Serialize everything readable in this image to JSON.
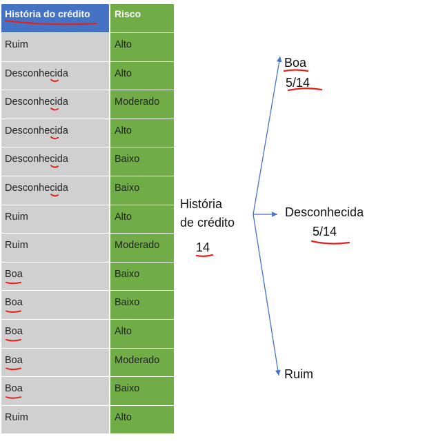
{
  "table": {
    "headers": [
      "História do crédito",
      "Risco"
    ],
    "rows": [
      [
        "Ruim",
        "Alto"
      ],
      [
        "Desconhecida",
        "Alto"
      ],
      [
        "Desconhecida",
        "Moderado"
      ],
      [
        "Desconhecida",
        "Alto"
      ],
      [
        "Desconhecida",
        "Baixo"
      ],
      [
        "Desconhecida",
        "Baixo"
      ],
      [
        "Ruim",
        "Alto"
      ],
      [
        "Ruim",
        "Moderado"
      ],
      [
        "Boa",
        "Baixo"
      ],
      [
        "Boa",
        "Baixo"
      ],
      [
        "Boa",
        "Alto"
      ],
      [
        "Boa",
        "Moderado"
      ],
      [
        "Boa",
        "Baixo"
      ],
      [
        "Ruim",
        "Alto"
      ]
    ]
  },
  "diagram": {
    "root_line1": "História",
    "root_line2": "de crédito",
    "root_count": "14",
    "branch_boa": "Boa",
    "branch_boa_ratio": "5/14",
    "branch_desconhecida": "Desconhecida",
    "branch_desconhecida_ratio": "5/14",
    "branch_ruim": "Ruim"
  },
  "colors": {
    "header_left": "#4472c4",
    "header_right": "#70ad47",
    "cell_left": "#d0d0d0",
    "cell_right": "#70ad47",
    "arrow": "#4472c4",
    "ink": "#e2231a"
  }
}
